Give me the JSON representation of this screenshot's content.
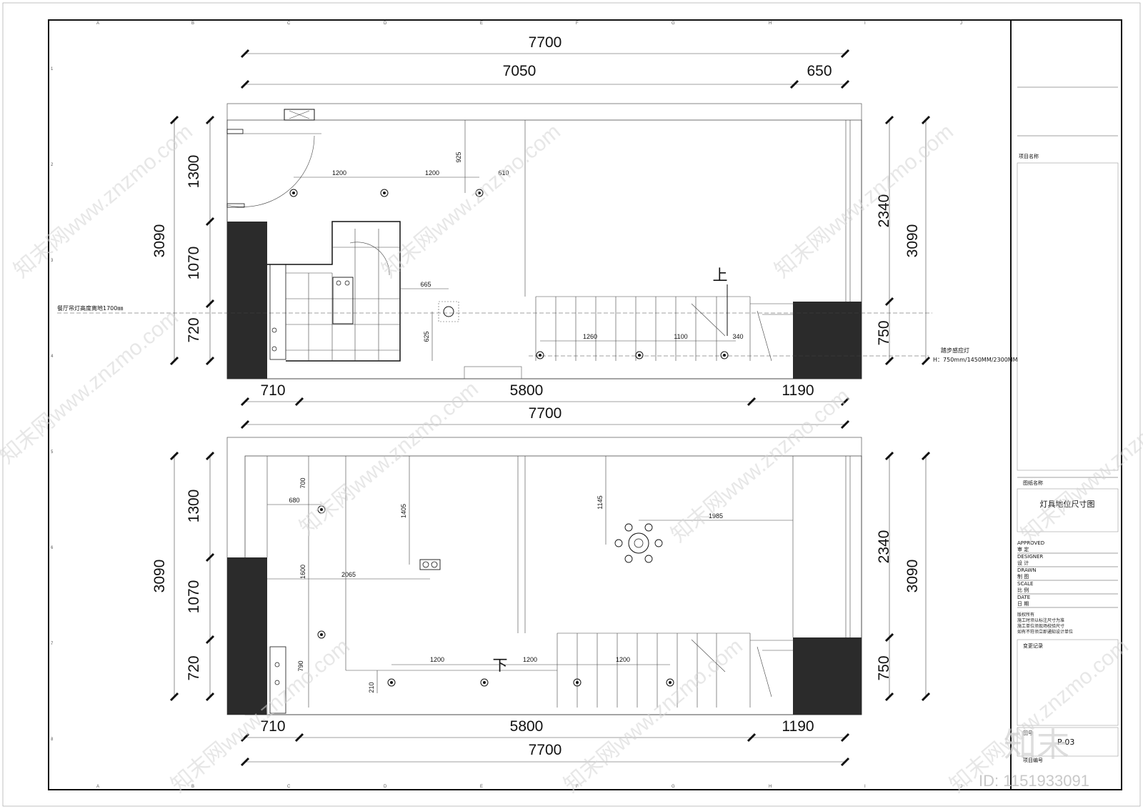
{
  "plan_top": {
    "dim_top_total": "7700",
    "dim_top_left": "7050",
    "dim_top_right": "650",
    "dim_left_total": "3090",
    "dim_left_1": "1300",
    "dim_left_2": "1070",
    "dim_left_3": "720",
    "dim_right_1": "2340",
    "dim_right_total": "3090",
    "dim_right_2": "750",
    "dim_bottom_1": "710",
    "dim_bottom_2": "5800",
    "dim_bottom_3": "1190",
    "dim_bottom_total": "7700",
    "small_dims": [
      "1200",
      "1200",
      "610",
      "925",
      "665",
      "625",
      "1260",
      "1100",
      "340"
    ],
    "stair_label": "上",
    "note_left": "餐厅吊灯高度离地1700㎜",
    "note_right_1": "踏步感应灯",
    "note_right_2": "H：750mm/1450MM/2300MM"
  },
  "plan_bottom": {
    "dim_top_total": "7700",
    "dim_left_total": "3090",
    "dim_left_1": "1300",
    "dim_left_2": "1070",
    "dim_left_3": "720",
    "dim_right_1": "2340",
    "dim_right_total": "3090",
    "dim_right_2": "750",
    "dim_bottom_1": "710",
    "dim_bottom_2": "5800",
    "dim_bottom_3": "1190",
    "dim_bottom_total": "7700",
    "small_dims": [
      "700",
      "680",
      "1405",
      "1145",
      "1985",
      "1600",
      "2065",
      "790",
      "210",
      "1200",
      "1200",
      "1200"
    ],
    "stair_label": "下"
  },
  "title_block": {
    "project_name_label": "项目名称",
    "drawing_name_label": "图纸名称",
    "drawing_name": "灯具地位尺寸图",
    "approved_en": "APPROVED",
    "approved_cn": "审  定",
    "designer_en": "DESIGNER",
    "designer_cn": "设  计",
    "drawn_en": "DRAWN",
    "drawn_cn": "制  图",
    "scale_en": "SCALE",
    "scale_cn": "比  例",
    "date_en": "DATE",
    "date_cn": "日  期",
    "copyright_1": "版权所有",
    "copyright_2": "施工时须以标注尺寸为准",
    "copyright_3": "施工单位须现场校验尺寸",
    "copyright_4": "如有不符须立即通知设计单位",
    "revision_label": "变更记录",
    "drawing_no_label": "图号",
    "drawing_no": "P-03",
    "project_no_label": "项目编号"
  },
  "grid_labels_cols": [
    "A",
    "B",
    "C",
    "D",
    "E",
    "F",
    "G",
    "H",
    "I",
    "J"
  ],
  "grid_labels_rows": [
    "1",
    "2",
    "3",
    "4",
    "5",
    "6",
    "7",
    "8"
  ],
  "watermark": {
    "text": "知末网www.znzmo.com",
    "logo": "知末",
    "id": "ID: 1151933091"
  }
}
